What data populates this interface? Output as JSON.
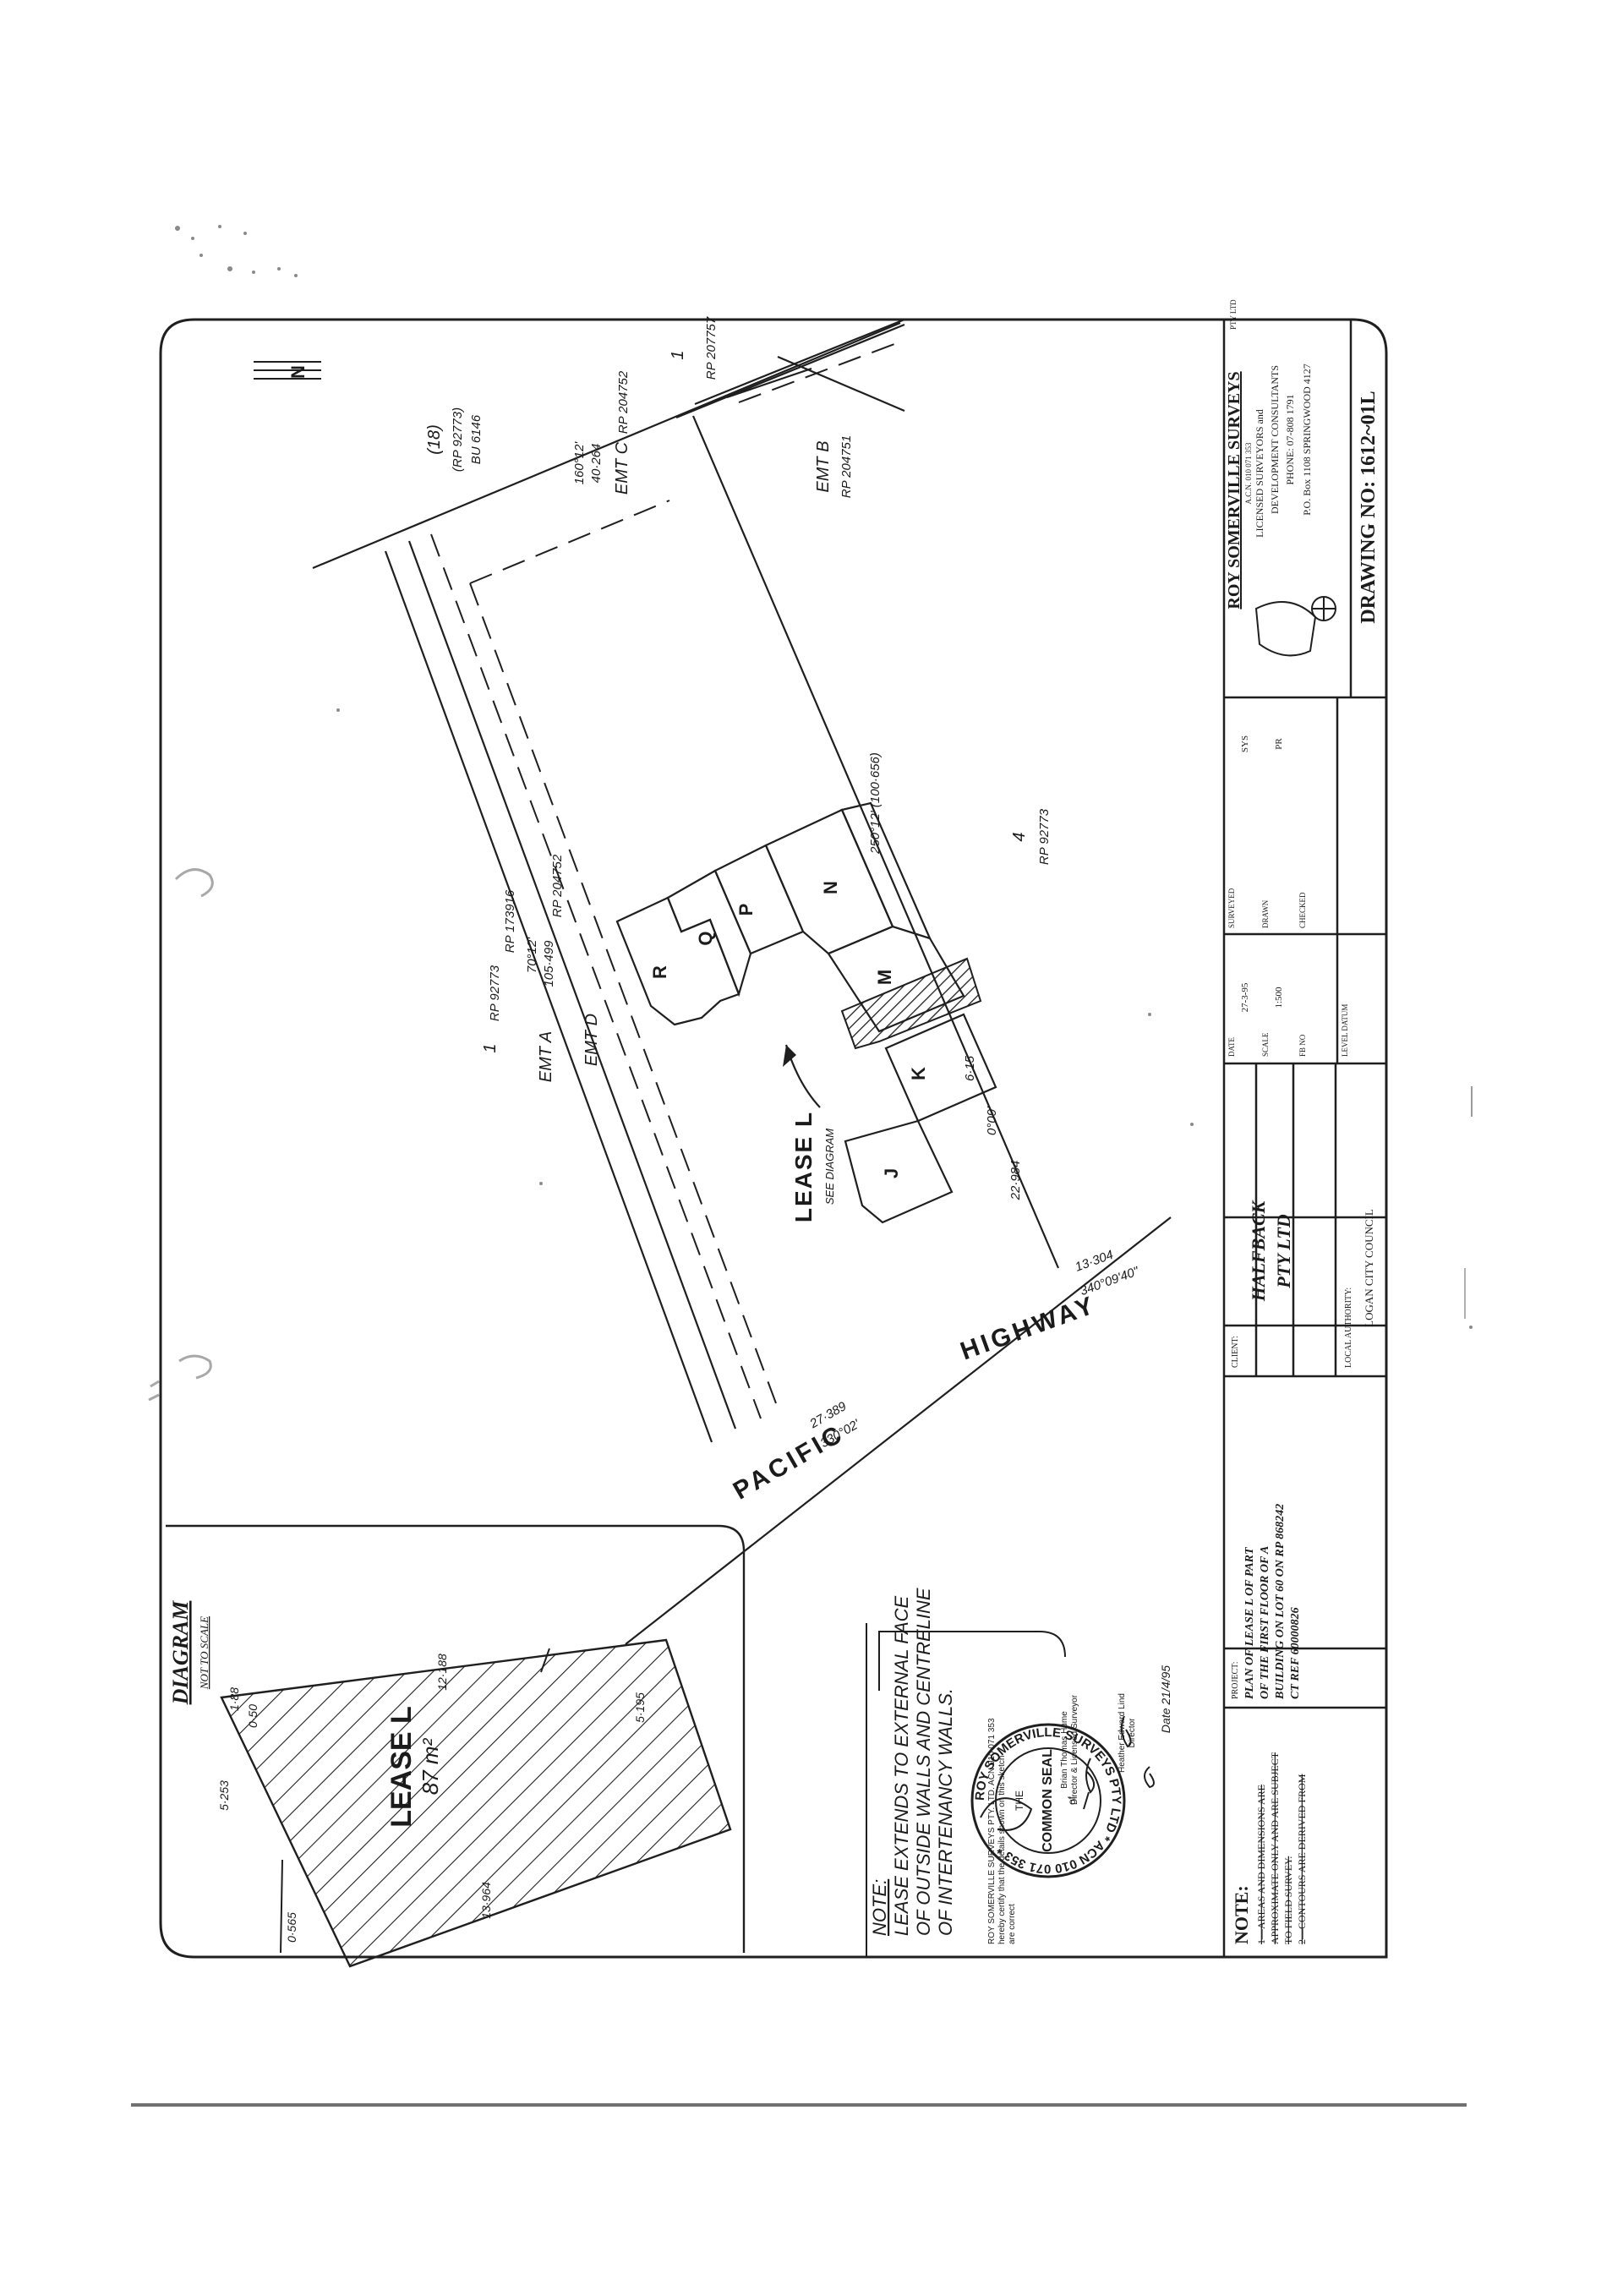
{
  "north_label": "N",
  "lots": {
    "lot_18": "(18)",
    "lot_18_rp": "(RP 92773)",
    "lot_18_bup": "BU 6146",
    "lot_1_top": "1",
    "lot_1_rp_top": "RP 207757",
    "lot_1_left": "1",
    "lot_1_rp_left": "RP 92773",
    "lot_4": "4",
    "lot_4_rp": "RP 92773"
  },
  "easements": {
    "emt_c": "EMT C",
    "emt_c_rp": "RP 204752",
    "emt_b": "EMT B",
    "emt_b_rp": "RP 204751",
    "emt_a": "EMT A",
    "emt_a_rp": "RP 173916",
    "emt_d": "EMT D",
    "emt_d_rp": "RP 204752"
  },
  "bearings": {
    "b1": "160°12'",
    "b1_dist": "40·264",
    "b2": "70°12'",
    "b2_dist": "105·499",
    "b3": "250°12' (100·656)",
    "b4": "6·15",
    "b5": "22·984",
    "b5b": "0°09'",
    "b6": "13·304",
    "b6b": "340°09'40\"",
    "b7": "27·389",
    "b7b": "330°02'"
  },
  "road": {
    "word1": "PACIFIC",
    "word2": "HIGHWAY"
  },
  "tenancies": [
    "R",
    "Q",
    "P",
    "N",
    "M",
    "K",
    "J"
  ],
  "lease": {
    "label": "LEASE L",
    "sub": "SEE DIAGRAM"
  },
  "diagram": {
    "title": "DIAGRAM",
    "sub": "NOT TO SCALE",
    "label": "LEASE L",
    "area": "87 m²",
    "d1": "1·88",
    "d2": "0·50",
    "d3": "12·188",
    "d4": "5·195",
    "d5": "13·964",
    "d6": "5·253",
    "d7": "0·565"
  },
  "note": {
    "title": "NOTE:",
    "lines": [
      "LEASE EXTENDS TO EXTERNAL FACE",
      "OF OUTSIDE WALLS AND CENTRELINE",
      "OF INTERTENANCY WALLS."
    ]
  },
  "certification": {
    "line1": "ROY SOMERVILLE SURVEYS PTY. LTD. ACN 010 071 353",
    "line2": "hereby certify that the details shown on this sketch",
    "line3": "are correct",
    "sig1_name": "Brian Thomas Hume",
    "sig1_role": "Director & Licensed Surveyor",
    "sig2_name": "Heather Edward Lind",
    "sig2_role": "Director",
    "date": "Date 21/4/95"
  },
  "seal": {
    "ring_text": "ROY SOMERVILLE SURVEYS PTY LTD * ACN 010 071 353 *",
    "the": "THE",
    "common": "COMMON SEAL",
    "of": "of"
  },
  "title_block": {
    "note_title": "NOTE:",
    "note_lines": [
      "1—AREAS AND DIMENSIONS ARE",
      "APPROXIMATE ONLY AND ARE SUBJECT",
      "TO FIELD SURVEY.",
      "2—CONTOURS ARE DERIVED FROM"
    ],
    "project_label": "PROJECT:",
    "project_lines": [
      "PLAN OF LEASE L OF PART",
      "OF THE FIRST FLOOR OF A",
      "BUILDING ON LOT 60 ON RP 868242",
      "CT REF 60000826"
    ],
    "client_label": "CLIENT:",
    "client_lines": [
      "HALFBACK",
      "PTY LTD"
    ],
    "local_label": "LOCAL AUTHORITY:",
    "local_value": "LOGAN CITY COUNCIL",
    "date_label": "DATE",
    "date_value": "27-3-95",
    "scale_label": "SCALE",
    "scale_value": "1:500",
    "fb_label": "FB NO",
    "level_label": "LEVEL DATUM",
    "surveyed_label": "SURVEYED",
    "surveyed_value": "SYS",
    "drawn_label": "DRAWN",
    "drawn_value": "PR",
    "checked_label": "CHECKED",
    "company": "ROY SOMERVILLE SURVEYS",
    "company_pty": "PTY LTD",
    "company_acn": "A.C.N. 010 071 353",
    "company_line2": "LICENSED SURVEYORS and",
    "company_line3": "DEVELOPMENT CONSULTANTS",
    "phone": "PHONE: 07-808 1791",
    "address": "P.O. Box 1108 SPRINGWOOD 4127",
    "drawing_no": "DRAWING NO: 1612~01L"
  }
}
